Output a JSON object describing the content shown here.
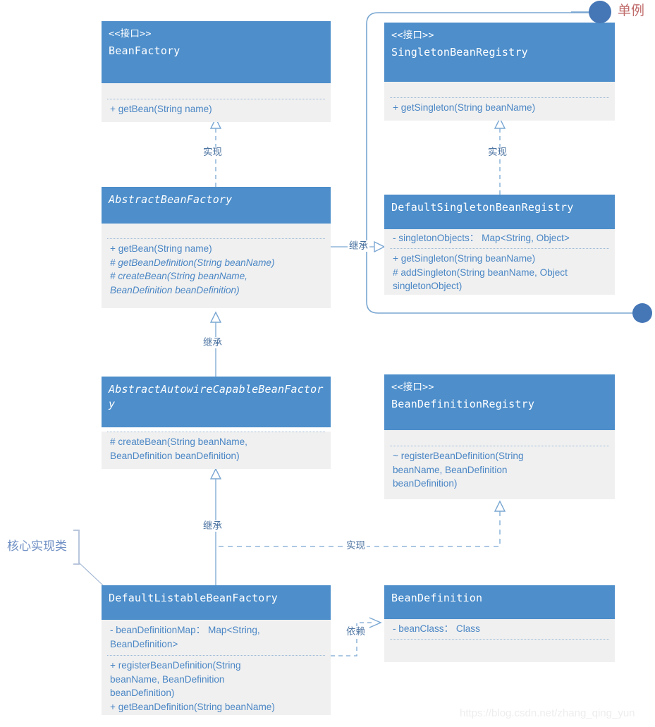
{
  "diagram": {
    "title": "Spring BeanFactory UML class diagram",
    "colors": {
      "header_blue": "#4d8ecb",
      "body_gray": "#f0f0f0",
      "text_blue": "#4a86c5",
      "line_blue": "#7aa7d2",
      "callout_red": "#c06a6a",
      "dot_blue": "#4576b6"
    }
  },
  "classes": {
    "bean_factory": {
      "stereotype": "<<接口>>",
      "name": "BeanFactory",
      "attributes": [],
      "methods": [
        "+ getBean(String name)"
      ]
    },
    "singleton_bean_registry": {
      "stereotype": "<<接口>>",
      "name": "SingletonBeanRegistry",
      "attributes": [],
      "methods": [
        "+ getSingleton(String beanName)"
      ]
    },
    "abstract_bean_factory": {
      "stereotype": "",
      "name": "AbstractBeanFactory",
      "attributes": [],
      "methods": [
        "+ getBean(String name)",
        "# getBeanDefinition(String beanName)",
        "# createBean(String beanName,\nBeanDefinition beanDefinition)"
      ]
    },
    "default_singleton_bean_registry": {
      "stereotype": "",
      "name": "DefaultSingletonBeanRegistry",
      "attributes": [
        "- singletonObjects： Map<String, Object>"
      ],
      "methods": [
        "+ getSingleton(String beanName)",
        "# addSingleton(String beanName, Object\nsingletonObject)"
      ]
    },
    "abstract_autowire_capable_bean_factory": {
      "stereotype": "",
      "name": "AbstractAutowireCapableBeanFactory",
      "attributes": [],
      "methods": [
        "# createBean(String beanName,\nBeanDefinition beanDefinition)"
      ]
    },
    "bean_definition_registry": {
      "stereotype": "<<接口>>",
      "name": "BeanDefinitionRegistry",
      "attributes": [],
      "methods": [
        "~ registerBeanDefinition(String\nbeanName, BeanDefinition\nbeanDefinition)"
      ]
    },
    "default_listable_bean_factory": {
      "stereotype": "",
      "name": "DefaultListableBeanFactory",
      "attributes": [
        "- beanDefinitionMap： Map<String,\nBeanDefinition>"
      ],
      "methods": [
        "+ registerBeanDefinition(String\nbeanName, BeanDefinition\nbeanDefinition)",
        "+ getBeanDefinition(String beanName)"
      ]
    },
    "bean_definition": {
      "stereotype": "",
      "name": "BeanDefinition",
      "attributes": [
        "- beanClass： Class"
      ],
      "methods": []
    }
  },
  "connector_labels": {
    "realize_beanfactory": "实现",
    "realize_singletonregistry": "实现",
    "extend_abstractbeanfactory": "继承",
    "extend_defaultsingletonregistry": "继承",
    "extend_autowire": "继承",
    "realize_beandefinitionregistry": "实现",
    "depend_beandefinition": "依赖"
  },
  "annotations": {
    "singleton_callout": "单例",
    "core_impl_note": "核心实现类",
    "watermark": "https://blog.csdn.net/zhang_qing_yun"
  }
}
